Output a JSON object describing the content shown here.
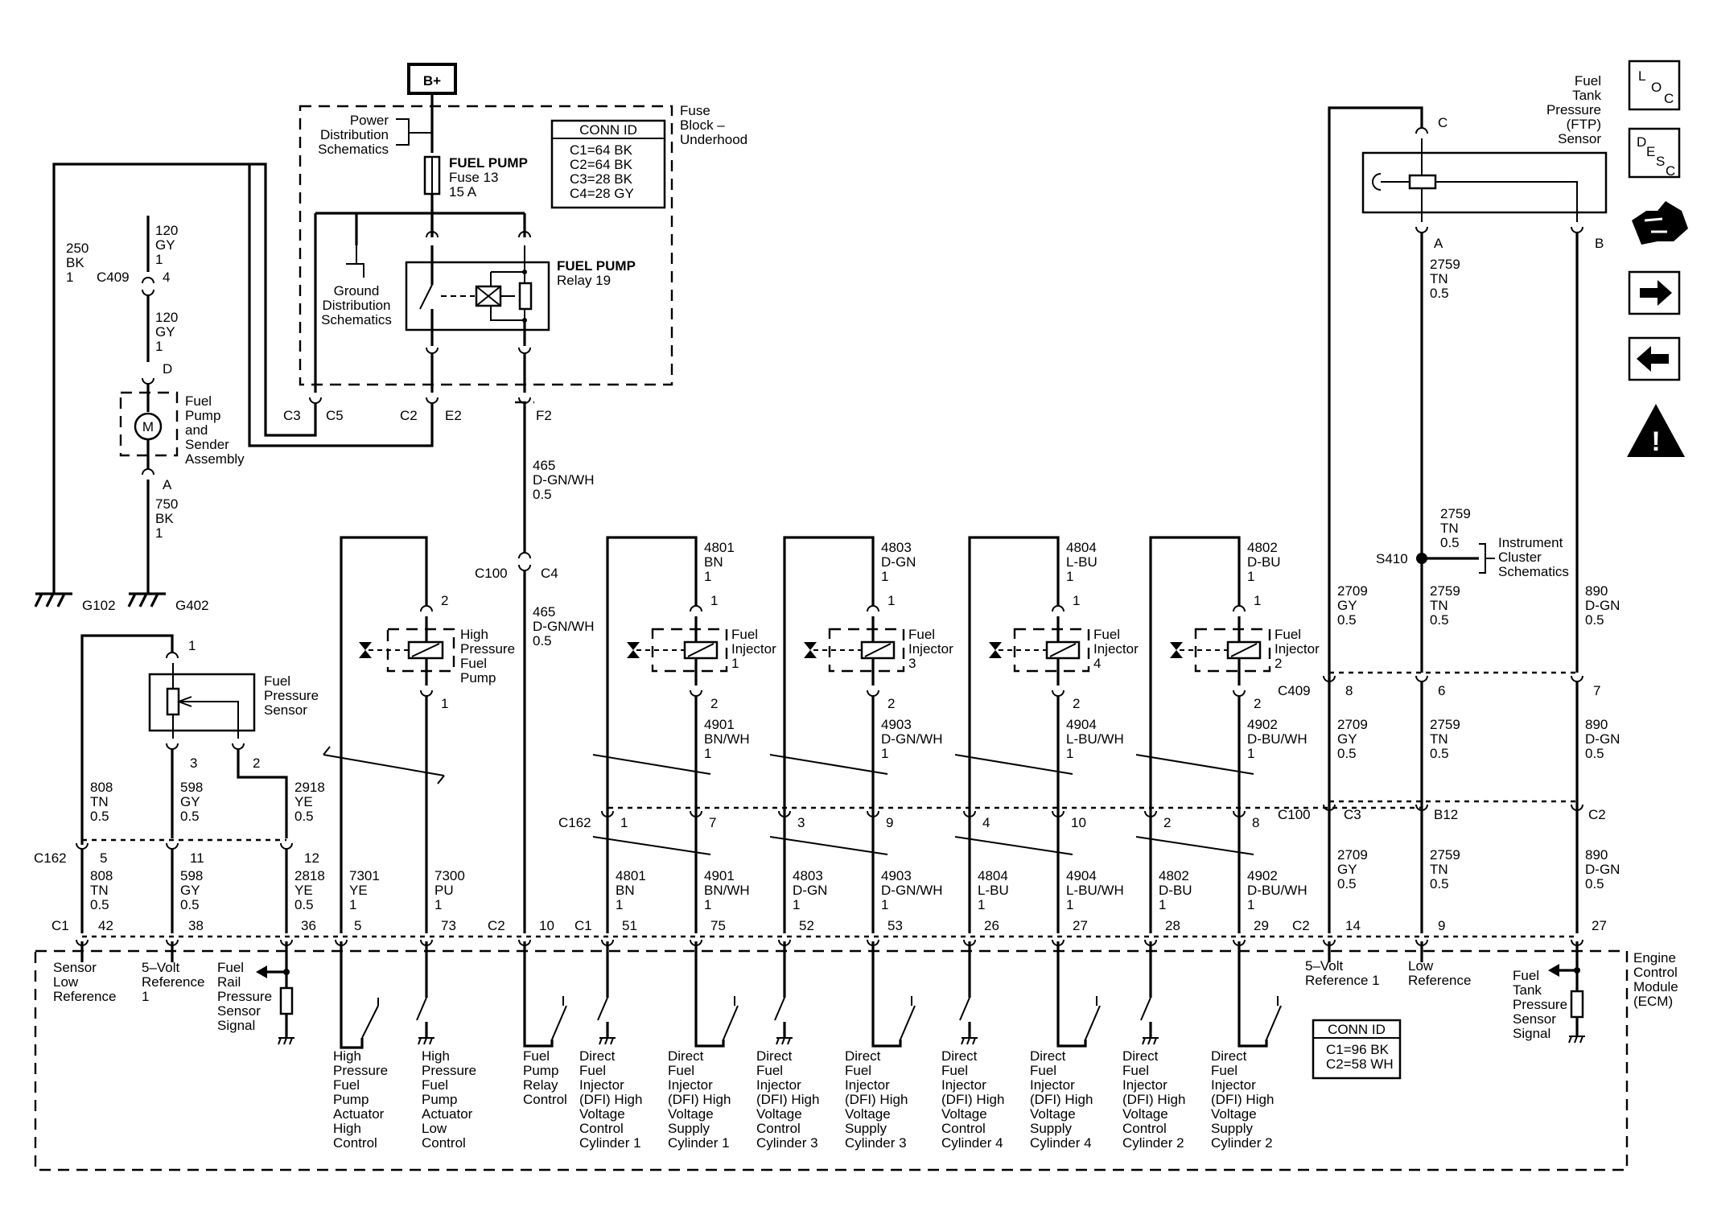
{
  "power": {
    "bplus": "B+"
  },
  "fuse_block": {
    "title": [
      "Fuse",
      "Block –",
      "Underhood"
    ],
    "power_dist": [
      "Power",
      "Distribution",
      "Schematics"
    ],
    "ground_dist": [
      "Ground",
      "Distribution",
      "Schematics"
    ],
    "fuse_name": "FUEL PUMP",
    "fuse_lines": [
      "Fuse 13",
      "15 A"
    ],
    "relay_name": "FUEL PUMP",
    "relay_num": "Relay 19",
    "pins": {
      "c3": "C3",
      "c5": "C5",
      "c2": "C2",
      "e2": "E2",
      "f2": "F2"
    }
  },
  "conn_id_top": {
    "title": "CONN ID",
    "lines": [
      "C1=64 BK",
      "C2=64 BK",
      "C3=28 BK",
      "C4=28 GY"
    ]
  },
  "conn_id_ecm": {
    "title": "CONN ID",
    "lines": [
      "C1=96 BK",
      "C2=58 WH"
    ]
  },
  "pump_wiring": {
    "w250": [
      "250",
      "BK",
      "1"
    ],
    "w120a": [
      "120",
      "GY",
      "1"
    ],
    "c409": "C409",
    "c409_pin": "4",
    "w120b": [
      "120",
      "GY",
      "1"
    ],
    "pin_d": "D",
    "motor_letter": "M",
    "pump_label": [
      "Fuel",
      "Pump",
      "and",
      "Sender",
      "Assembly"
    ],
    "pin_a": "A",
    "w750": [
      "750",
      "BK",
      "1"
    ],
    "g102": "G102",
    "g402": "G402"
  },
  "relay_output": {
    "w465a": [
      "465",
      "D-GN/WH",
      "0.5"
    ],
    "c100": "C100",
    "c4": "C4",
    "w465b": [
      "465",
      "D-GN/WH",
      "0.5"
    ]
  },
  "pressure_sensor": {
    "label": [
      "Fuel",
      "Pressure",
      "Sensor"
    ],
    "pin1": "1",
    "pin3": "3",
    "pin2": "2",
    "w808a": [
      "808",
      "TN",
      "0.5"
    ],
    "w598a": [
      "598",
      "GY",
      "0.5"
    ],
    "w2918": [
      "2918",
      "YE",
      "0.5"
    ],
    "c162": "C162",
    "c162_pins": [
      "5",
      "11",
      "12"
    ],
    "w808b": [
      "808",
      "TN",
      "0.5"
    ],
    "w598b": [
      "598",
      "GY",
      "0.5"
    ],
    "w2818": [
      "2818",
      "YE",
      "0.5"
    ]
  },
  "hp_pump": {
    "label": [
      "High",
      "Pressure",
      "Fuel",
      "Pump"
    ],
    "pin2": "2",
    "pin1": "1",
    "w7301": [
      "7301",
      "YE",
      "1"
    ],
    "w7300": [
      "7300",
      "PU",
      "1"
    ]
  },
  "injectors": [
    {
      "top_wire": [
        "4801",
        "BN",
        "1"
      ],
      "label": [
        "Fuel",
        "Injector",
        "1"
      ],
      "mid_wire": [
        "4901",
        "BN/WH",
        "1"
      ],
      "c162_pins": [
        "1",
        "7"
      ],
      "low_wire_a": [
        "4801",
        "BN",
        "1"
      ],
      "low_wire_b": [
        "4901",
        "BN/WH",
        "1"
      ],
      "ecm_pins": [
        "51",
        "75"
      ]
    },
    {
      "top_wire": [
        "4803",
        "D-GN",
        "1"
      ],
      "label": [
        "Fuel",
        "Injector",
        "3"
      ],
      "mid_wire": [
        "4903",
        "D-GN/WH",
        "1"
      ],
      "c162_pins": [
        "3",
        "9"
      ],
      "low_wire_a": [
        "4803",
        "D-GN",
        "1"
      ],
      "low_wire_b": [
        "4903",
        "D-GN/WH",
        "1"
      ],
      "ecm_pins": [
        "52",
        "53"
      ]
    },
    {
      "top_wire": [
        "4804",
        "L-BU",
        "1"
      ],
      "label": [
        "Fuel",
        "Injector",
        "4"
      ],
      "mid_wire": [
        "4904",
        "L-BU/WH",
        "1"
      ],
      "c162_pins": [
        "4",
        "10"
      ],
      "low_wire_a": [
        "4804",
        "L-BU",
        "1"
      ],
      "low_wire_b": [
        "4904",
        "L-BU/WH",
        "1"
      ],
      "ecm_pins": [
        "26",
        "27"
      ]
    },
    {
      "top_wire": [
        "4802",
        "D-BU",
        "1"
      ],
      "label": [
        "Fuel",
        "Injector",
        "2"
      ],
      "mid_wire": [
        "4902",
        "D-BU/WH",
        "1"
      ],
      "c162_pins": [
        "2",
        "8"
      ],
      "low_wire_a": [
        "4802",
        "D-BU",
        "1"
      ],
      "low_wire_b": [
        "4902",
        "D-BU/WH",
        "1"
      ],
      "ecm_pins": [
        "28",
        "29"
      ]
    }
  ],
  "injector_pins": {
    "top": "1",
    "bottom": "2"
  },
  "c162_left": "C162",
  "ftp": {
    "label": [
      "Fuel",
      "Tank",
      "Pressure",
      "(FTP)",
      "Sensor"
    ],
    "pin_c": "C",
    "pin_a": "A",
    "pin_b": "B",
    "w2759a": [
      "2759",
      "TN",
      "0.5"
    ],
    "w2759s": [
      "2759",
      "TN",
      "0.5"
    ],
    "s410": "S410",
    "ic": [
      "Instrument",
      "Cluster",
      "Schematics"
    ],
    "w2709a": [
      "2709",
      "GY",
      "0.5"
    ],
    "w2759b": [
      "2759",
      "TN",
      "0.5"
    ],
    "w890a": [
      "890",
      "D-GN",
      "0.5"
    ],
    "c409": "C409",
    "c409_pins": [
      "8",
      "6",
      "7"
    ],
    "w2709b": [
      "2709",
      "GY",
      "0.5"
    ],
    "w2759c": [
      "2759",
      "TN",
      "0.5"
    ],
    "w890b": [
      "890",
      "D-GN",
      "0.5"
    ],
    "c100": "C100",
    "c100_pins": [
      "C3",
      "B12",
      "C2"
    ],
    "w2709c": [
      "2709",
      "GY",
      "0.5"
    ],
    "w2759d": [
      "2759",
      "TN",
      "0.5"
    ],
    "w890c": [
      "890",
      "D-GN",
      "0.5"
    ]
  },
  "ecm": {
    "title": [
      "Engine",
      "Control",
      "Module",
      "(ECM)"
    ],
    "conn_labels": {
      "c1a": "C1",
      "c2a": "C2",
      "c1b": "C1",
      "c2b": "C2"
    },
    "pins": {
      "p42": "42",
      "p38": "38",
      "p36": "36",
      "p5": "5",
      "p73": "73",
      "p10": "10",
      "p14": "14",
      "p9": "9",
      "p27": "27"
    },
    "labels": {
      "sensor_low": [
        "Sensor",
        "Low",
        "Reference"
      ],
      "five_volt": [
        "5–Volt",
        "Reference",
        "1"
      ],
      "fuel_rail": [
        "Fuel",
        "Rail",
        "Pressure",
        "Sensor",
        "Signal"
      ],
      "hp_high": [
        "High",
        "Pressure",
        "Fuel",
        "Pump",
        "Actuator",
        "High",
        "Control"
      ],
      "hp_low": [
        "High",
        "Pressure",
        "Fuel",
        "Pump",
        "Actuator",
        "Low",
        "Control"
      ],
      "relay_ctrl": [
        "Fuel",
        "Pump",
        "Relay",
        "Control"
      ],
      "dfi1c": [
        "Direct",
        "Fuel",
        "Injector",
        "(DFI) High",
        "Voltage",
        "Control",
        "Cylinder 1"
      ],
      "dfi1s": [
        "Direct",
        "Fuel",
        "Injector",
        "(DFI) High",
        "Voltage",
        "Supply",
        "Cylinder 1"
      ],
      "dfi3c": [
        "Direct",
        "Fuel",
        "Injector",
        "(DFI) High",
        "Voltage",
        "Control",
        "Cylinder 3"
      ],
      "dfi3s": [
        "Direct",
        "Fuel",
        "Injector",
        "(DFI) High",
        "Voltage",
        "Supply",
        "Cylinder 3"
      ],
      "dfi4c": [
        "Direct",
        "Fuel",
        "Injector",
        "(DFI) High",
        "Voltage",
        "Control",
        "Cylinder 4"
      ],
      "dfi4s": [
        "Direct",
        "Fuel",
        "Injector",
        "(DFI) High",
        "Voltage",
        "Supply",
        "Cylinder 4"
      ],
      "dfi2c": [
        "Direct",
        "Fuel",
        "Injector",
        "(DFI) High",
        "Voltage",
        "Control",
        "Cylinder 2"
      ],
      "dfi2s": [
        "Direct",
        "Fuel",
        "Injector",
        "(DFI) High",
        "Voltage",
        "Supply",
        "Cylinder 2"
      ],
      "five_volt_ftp": [
        "5–Volt",
        "Reference 1"
      ],
      "low_ref_ftp": [
        "Low",
        "Reference"
      ],
      "ftp_signal": [
        "Fuel",
        "Tank",
        "Pressure",
        "Sensor",
        "Signal"
      ]
    }
  },
  "nav": {
    "loc": {
      "l": "L",
      "o": "O",
      "c": "C"
    },
    "desc": {
      "d": "D",
      "e": "E",
      "s": "S",
      "c": "C"
    },
    "warning_mark": "!"
  }
}
